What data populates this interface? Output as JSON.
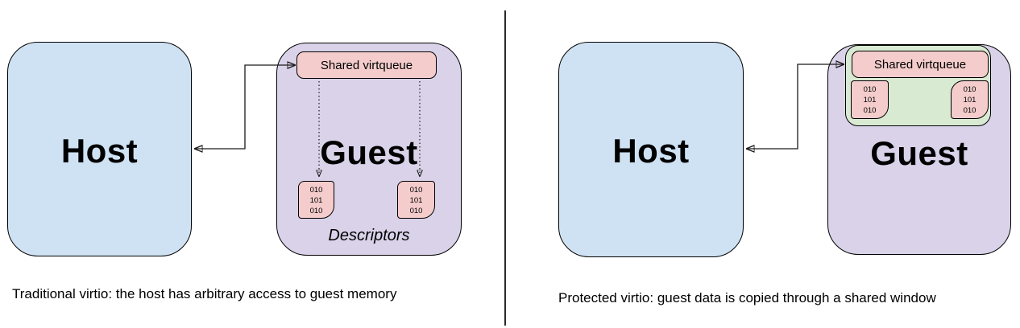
{
  "colors": {
    "host_fill": "#cfe2f3",
    "guest_fill": "#d9d2e9",
    "virtqueue_fill": "#f4cccc",
    "shared_window_fill": "#d9ead3",
    "border": "#000000"
  },
  "left_panel": {
    "host_label": "Host",
    "guest_label": "Guest",
    "virtqueue_label": "Shared virtqueue",
    "descriptor_boxes": [
      "010\n101\n010",
      "010\n101\n010"
    ],
    "descriptors_label": "Descriptors",
    "caption": "Traditional virtio: the host has arbitrary access to guest memory"
  },
  "right_panel": {
    "host_label": "Host",
    "guest_label": "Guest",
    "virtqueue_label": "Shared virtqueue",
    "descriptor_boxes": [
      "010\n101\n010",
      "010\n101\n010"
    ],
    "caption": "Protected virtio: guest data is copied through a shared window"
  }
}
